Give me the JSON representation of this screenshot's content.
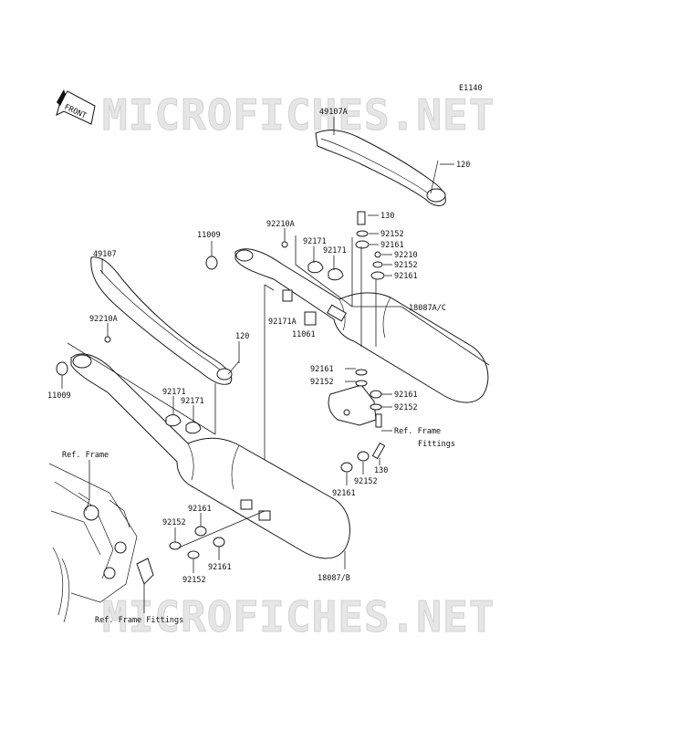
{
  "diagram_code": "E1140",
  "front_label": "FRONT",
  "watermark_text": "MICROFICHES.NET",
  "labels": {
    "p49107A": "49107A",
    "p120_top": "120",
    "p130_top": "130",
    "p92152_a": "92152",
    "p92161_a": "92161",
    "p92210": "92210",
    "p92152_b": "92152",
    "p92161_b": "92161",
    "p18087AC": "18087A/C",
    "p92210A_top": "92210A",
    "p11009_top": "11009",
    "p92171_a": "92171",
    "p92171_b": "92171",
    "p92171A": "92171A",
    "p11061": "11061",
    "p49107": "49107",
    "p92210A_left": "92210A",
    "p120_mid": "120",
    "p11009_left": "11009",
    "p92171_c": "92171",
    "p92171_d": "92171",
    "p92161_c": "92161",
    "p92152_c": "92152",
    "p92161_d": "92161",
    "p92152_d": "92152",
    "ref_frame_fittings_1": "Ref. Frame",
    "ref_frame_fittings_2": "Fittings",
    "p130_mid": "130",
    "p92152_e": "92152",
    "p92161_e": "92161",
    "ref_frame": "Ref. Frame",
    "p92161_f": "92161",
    "p92152_f": "92152",
    "p92161_g": "92161",
    "p92152_g": "92152",
    "p18087B": "18087/B",
    "ref_frame_fittings_bottom": "Ref. Frame Fittings"
  }
}
